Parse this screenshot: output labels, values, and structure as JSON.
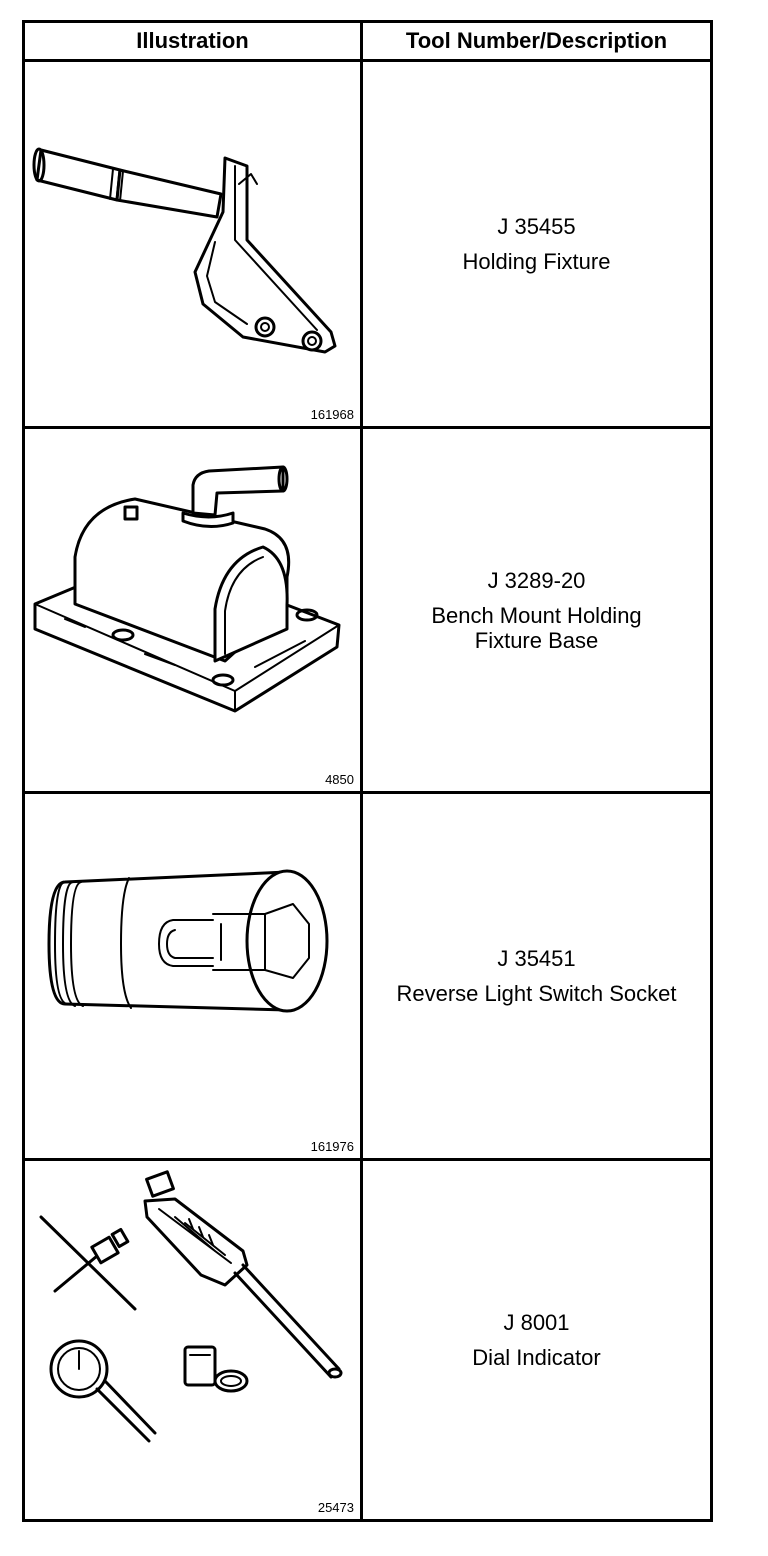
{
  "table": {
    "headers": {
      "illustration": "Illustration",
      "description": "Tool Number/Description"
    },
    "rows": [
      {
        "figure": "161968",
        "tool_number": "J 35455",
        "name": "Holding Fixture",
        "illustration_icon": "holding-fixture-illustration"
      },
      {
        "figure": "4850",
        "tool_number": "J 3289-20",
        "name": "Bench Mount Holding\nFixture Base",
        "illustration_icon": "bench-mount-base-illustration"
      },
      {
        "figure": "161976",
        "tool_number": "J 35451",
        "name": "Reverse Light Switch Socket",
        "illustration_icon": "reverse-light-socket-illustration"
      },
      {
        "figure": "25473",
        "tool_number": "J 8001",
        "name": "Dial Indicator",
        "illustration_icon": "dial-indicator-illustration"
      }
    ]
  }
}
